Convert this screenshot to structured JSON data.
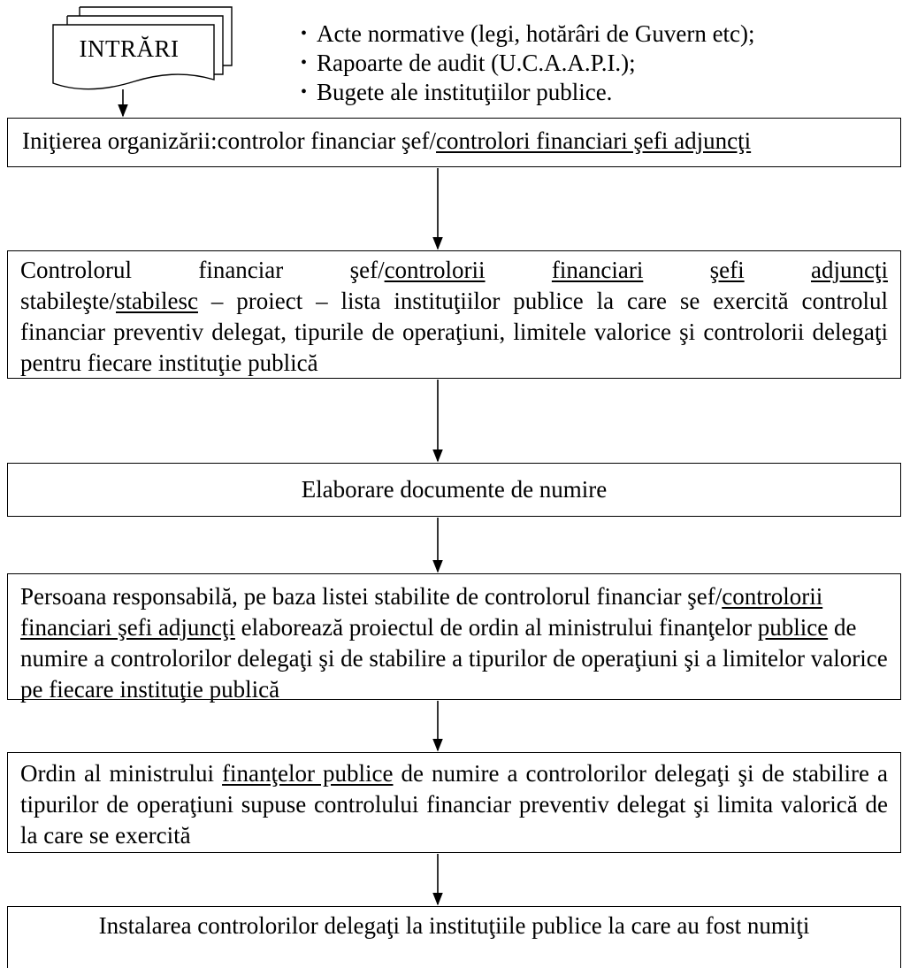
{
  "inputs_block": {
    "label": "INTRĂRI",
    "items": [
      "Acte normative (legi, hotărâri de Guvern etc);",
      "Rapoarte de audit (U.C.A.A.P.I.);",
      "Bugete ale instituţiilor publice."
    ]
  },
  "steps": {
    "step1": {
      "text": "Iniţierea organizării:controlor financiar şef/",
      "underlined": "controlori financiari şefi  adjuncţi"
    },
    "step2": {
      "w1": "Controlorul",
      "w2": "financiar",
      "w3": "şef/",
      "u1": "controlorii",
      "u2": "financiari",
      "u3": "şefi",
      "u4": "adjuncţi",
      "line2_prefix": "stabileşte/",
      "line2_underlined": "stabilesc",
      "rest": " – proiect – lista instituţiilor publice la care se exercită controlul financiar preventiv delegat, tipurile de operaţiuni, limitele valorice şi controlorii delegaţi pentru fiecare instituţie publică"
    },
    "step3": {
      "text": "Elaborare documente de numire"
    },
    "step4": {
      "part1": "Persoana responsabilă, pe baza listei stabilite de controlorul financiar şef/",
      "underlined1": "controlorii financiari şefi adjuncţi",
      "part2": " elaborează proiectul de ordin al ministrului finanţelor ",
      "underlined2": "publice",
      "part3": " de numire a controlorilor delegaţi şi de stabilire a tipurilor de operaţiuni şi a limitelor valorice pe fiecare instituţie publică"
    },
    "step5": {
      "part1": "Ordin al ministrului ",
      "underlined": "finanţelor publice",
      "part2": " de numire a controlorilor delegaţi şi de stabilire a tipurilor de operaţiuni supuse controlului financiar preventiv delegat şi limita valorică de  la care se exercită"
    },
    "step6": {
      "text": "Instalarea controlorilor delegaţi la instituţiile publice la care au fost numiţi"
    }
  }
}
